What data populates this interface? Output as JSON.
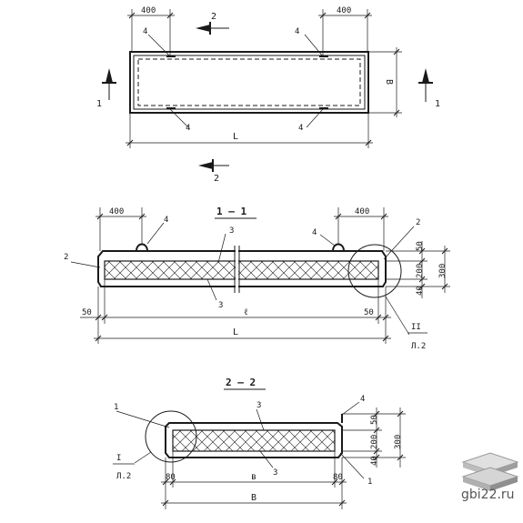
{
  "plan_view": {
    "dim_left": "400",
    "dim_right": "400",
    "dim_bottom": "L",
    "dim_side": "B",
    "section_1_left": "1",
    "section_1_right": "1",
    "section_2_top": "2",
    "section_2_bottom": "2",
    "callout_4_a": "4",
    "callout_4_b": "4",
    "callout_4_c": "4",
    "callout_4_d": "4"
  },
  "section_1": {
    "title": "1 — 1",
    "dim_left_top": "400",
    "dim_right_top": "400",
    "callout_4_left": "4",
    "callout_4_right": "4",
    "callout_3_top": "3",
    "callout_3_bottom": "3",
    "callout_2_left": "2",
    "callout_2_right": "2",
    "dim_50_left": "50",
    "dim_50_right": "50",
    "dim_inner": "ℓ",
    "dim_total": "L",
    "dim_v_50": "50",
    "dim_v_200": "200",
    "dim_v_40": "40",
    "dim_v_300": "300",
    "detail_ref": "II",
    "detail_sheet": "Л.2"
  },
  "section_2": {
    "title": "2 — 2",
    "callout_1_left": "1",
    "callout_1_right": "1",
    "callout_3_top": "3",
    "callout_3_bottom": "3",
    "callout_4": "4",
    "detail_ref": "I",
    "detail_sheet": "Л.2",
    "dim_80_left": "80",
    "dim_80_right": "80",
    "dim_inner": "в",
    "dim_total": "В",
    "dim_v_50": "50",
    "dim_v_200": "200",
    "dim_v_40": "40",
    "dim_v_300": "300"
  },
  "watermark": {
    "site": "gbi22.ru"
  }
}
